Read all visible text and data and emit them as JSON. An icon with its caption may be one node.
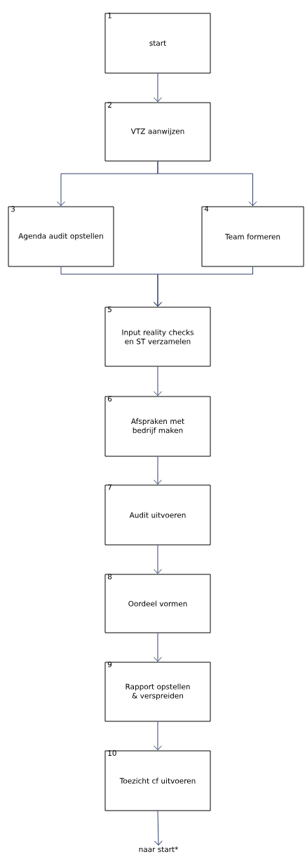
{
  "diagram": {
    "nodes": [
      {
        "text": [
          "1",
          "start"
        ]
      },
      {
        "text": [
          "2",
          "VTZ aanwijzen"
        ]
      },
      {
        "text": [
          "3",
          "Agenda audit opstellen"
        ]
      },
      {
        "text": [
          "4",
          "Team formeren"
        ]
      },
      {
        "text": [
          "5",
          "Input reality checks en ST verzamelen"
        ]
      },
      {
        "text": [
          "6",
          "Afspraken met bedrijf maken"
        ]
      },
      {
        "text": [
          "7",
          "Audit uitvoeren"
        ]
      },
      {
        "text": [
          "8",
          "Oordeel vormen"
        ]
      },
      {
        "text": [
          "9",
          "Rapport opstellen & verspreiden"
        ]
      },
      {
        "text": [
          "10",
          "Toezicht cf uitvoeren"
        ]
      },
      {
        "text": [
          "naar start*"
        ]
      }
    ],
    "edges": [
      {
        "from": 0,
        "to": 1,
        "arrow": "to"
      },
      {
        "from": 1,
        "to": 2,
        "arrow": "to"
      },
      {
        "from": 1,
        "to": 3,
        "arrow": "to"
      },
      {
        "from": 2,
        "to": 4,
        "arrow": "to"
      },
      {
        "from": 3,
        "to": 4,
        "arrow": "to"
      },
      {
        "from": 4,
        "to": 5,
        "arrow": "to"
      },
      {
        "from": 5,
        "to": 6,
        "arrow": "to"
      },
      {
        "from": 6,
        "to": 7,
        "arrow": "to"
      },
      {
        "from": 7,
        "to": 8,
        "arrow": "to"
      },
      {
        "from": 8,
        "to": 9,
        "arrow": "to"
      },
      {
        "from": 9,
        "to": 10,
        "arrow": "to"
      }
    ]
  }
}
